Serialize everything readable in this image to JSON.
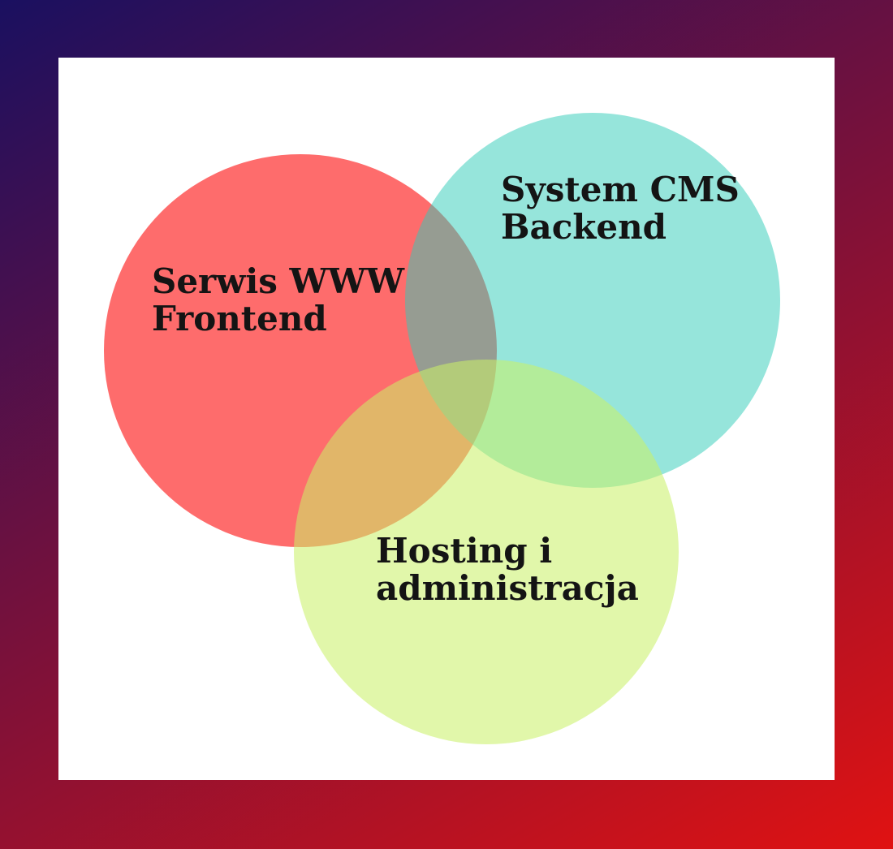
{
  "diagram": {
    "type": "venn",
    "background_gradient": {
      "from": "#1a1060",
      "to": "#e01212",
      "angle_deg": 150
    },
    "canvas_bg": "#ffffff",
    "text_color": "#141414",
    "sets": [
      {
        "id": "frontend",
        "label": "Serwis WWW\nFrontend",
        "visible_color": "#fd6d6d",
        "fill_rgba": "rgba(253, 45, 45, 0.70)"
      },
      {
        "id": "backend",
        "label": "System CMS\nBackend",
        "visible_color": "#96e5db",
        "fill_rgba": "rgba(45, 203, 183, 0.50)"
      },
      {
        "id": "hosting",
        "label": "Hosting i\nadministracja",
        "visible_color": "#e2f8ae",
        "fill_rgba": "rgba(202, 240, 104, 0.56)"
      }
    ],
    "overlap_colors": {
      "frontend_backend": "#999b8d",
      "frontend_hosting": "#dba55e",
      "backend_hosting": "#a8f098",
      "all_three": "#aac67a"
    }
  }
}
